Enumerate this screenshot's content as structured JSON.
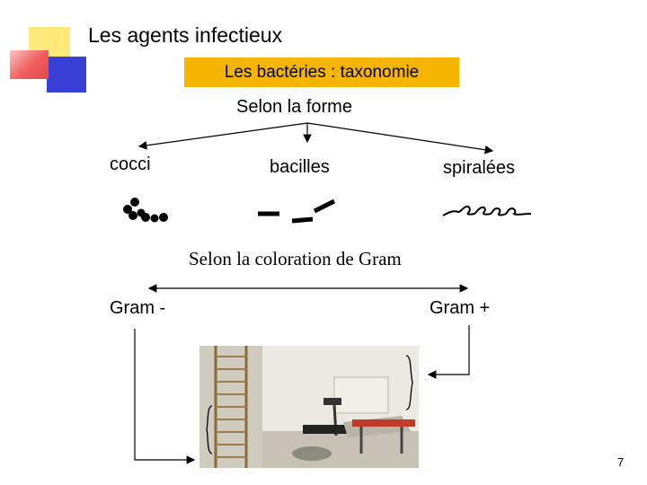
{
  "slide": {
    "title": "Les agents infectieux",
    "subtitle": "Les bactéries : taxonomie",
    "page_number": "7"
  },
  "shape": {
    "heading": "Selon la forme",
    "categories": [
      "cocci",
      "bacilles",
      "spiralées"
    ]
  },
  "gram": {
    "heading": "Selon la coloration de Gram",
    "negative": "Gram -",
    "positive": "Gram +"
  },
  "colors": {
    "accent_yellow": "#f5b400",
    "deco_blue": "#3a3fd8",
    "deco_red": "#f25c5c",
    "deco_yellow": "#ffe97a"
  }
}
